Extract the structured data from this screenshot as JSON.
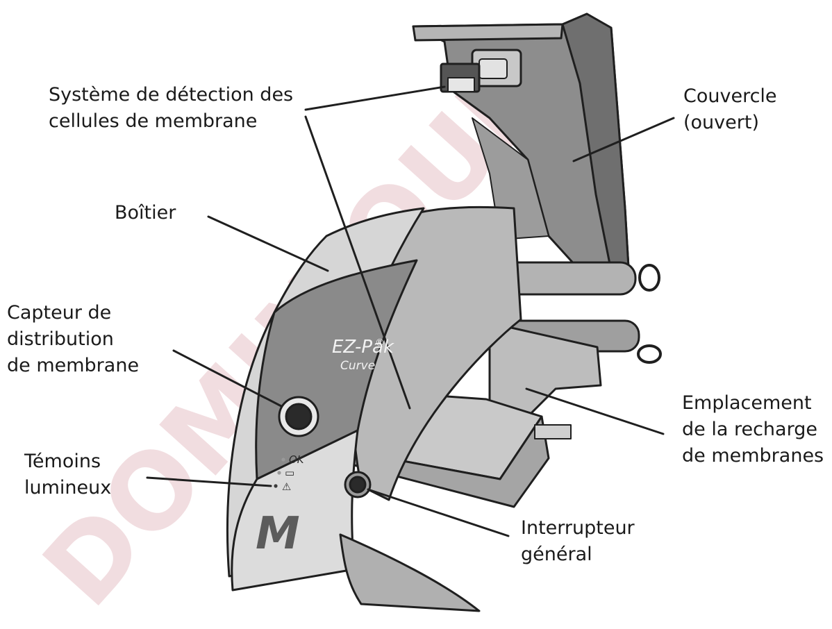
{
  "watermark": "DOMINIQUE",
  "product": {
    "brand": "EZ-Pak",
    "registered": "®",
    "model": "Curve",
    "logo": "M",
    "indicators": [
      {
        "symbol": "OK",
        "color": "#9a9a9a"
      },
      {
        "symbol": "▭",
        "color": "#9a9a9a"
      },
      {
        "symbol": "⚠",
        "color": "#3a3a3a"
      }
    ]
  },
  "labels": {
    "detection": [
      "Système de détection des",
      "cellules de membrane"
    ],
    "cover": [
      "Couvercle",
      "(ouvert)"
    ],
    "housing": [
      "Boîtier"
    ],
    "sensor": [
      "Capteur de",
      "distribution",
      "de membrane"
    ],
    "refill": [
      "Emplacement",
      "de la recharge",
      "de membranes"
    ],
    "leds": [
      "Témoins",
      "lumineux"
    ],
    "switch": [
      "Interrupteur",
      "général"
    ]
  },
  "colors": {
    "body_light": "#d4d4d4",
    "body_mid": "#a8a8a8",
    "body_dark": "#6e6e6e",
    "outline": "#1f1f1f",
    "watermark": "#e7c3c8"
  }
}
